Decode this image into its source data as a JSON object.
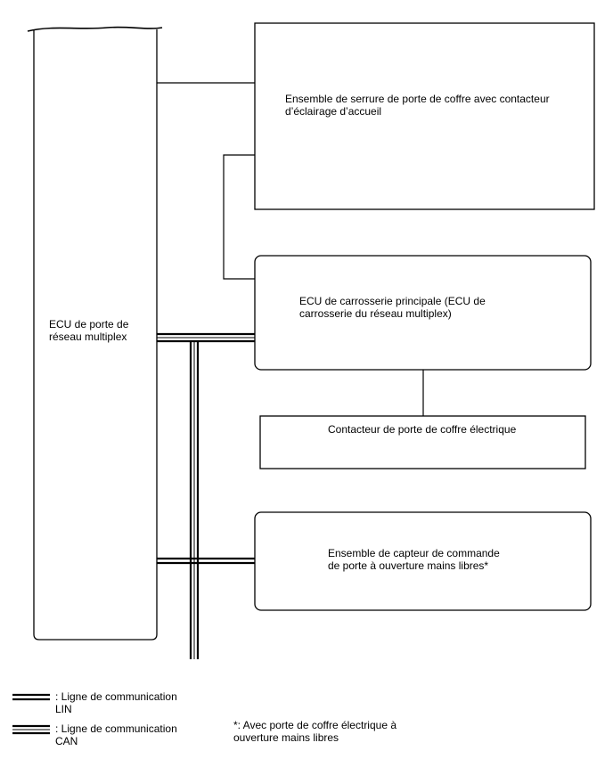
{
  "components": {
    "gateway_ecu": {
      "label": "ECU de porte de\nréseau multiplex"
    },
    "lock_assembly": {
      "label": "Ensemble de serrure de porte de coffre avec contacteur\nd’éclairage d’accueil"
    },
    "main_body_ecu": {
      "label": "ECU de carrosserie principale (ECU de\ncarrosserie du réseau multiplex)"
    },
    "power_door_switch": {
      "label": "Contacteur de porte de coffre électrique"
    },
    "kick_sensor": {
      "label": "Ensemble de capteur de commande\nde porte à ouverture mains libres*"
    }
  },
  "legend": {
    "lin_label": ": Ligne de communication\nLIN",
    "can_label": ": Ligne de communication\nCAN"
  },
  "footnote": "*: Avec porte de coffre électrique à\nouverture mains libres"
}
